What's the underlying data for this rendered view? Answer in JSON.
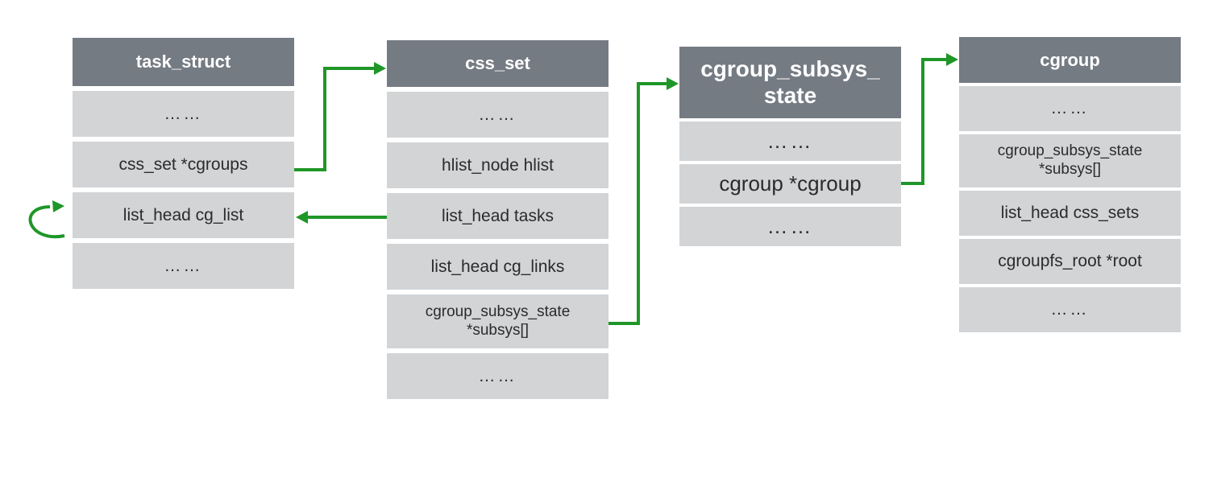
{
  "colors": {
    "background": "#ffffff",
    "header_bg": "#757b83",
    "header_text": "#ffffff",
    "row_bg": "#d2d4d6",
    "row_text": "#2b2b2b",
    "arrow_green": "#1f9628"
  },
  "tables": [
    {
      "id": "task_struct",
      "title": "task_struct",
      "rows": [
        "……",
        "css_set *cgroups",
        "list_head cg_list",
        "……"
      ]
    },
    {
      "id": "css_set",
      "title": "css_set",
      "rows": [
        "……",
        "hlist_node hlist",
        "list_head tasks",
        "list_head cg_links",
        "cgroup_subsys_state\n*subsys[]",
        "……"
      ]
    },
    {
      "id": "cgroup_subsys_state",
      "title": "cgroup_subsys_\nstate",
      "rows": [
        "……",
        "cgroup *cgroup",
        "……"
      ]
    },
    {
      "id": "cgroup",
      "title": "cgroup",
      "rows": [
        "……",
        "cgroup_subsys_state\n*subsys[]",
        "list_head css_sets",
        "cgroupfs_root *root",
        "……"
      ]
    }
  ],
  "connectors": [
    {
      "name": "cgroups-pointer",
      "from": "task_struct.css_set *cgroups",
      "to": "css_set"
    },
    {
      "name": "tasks-list-pointer",
      "from": "css_set.list_head tasks",
      "to": "task_struct.list_head cg_list"
    },
    {
      "name": "cg_list-self-loop",
      "from": "task_struct.list_head cg_list",
      "to": "task_struct.list_head cg_list"
    },
    {
      "name": "subsys-pointer",
      "from": "css_set.cgroup_subsys_state *subsys[]",
      "to": "cgroup_subsys_state"
    },
    {
      "name": "cgroup-pointer",
      "from": "cgroup_subsys_state.cgroup *cgroup",
      "to": "cgroup"
    }
  ]
}
